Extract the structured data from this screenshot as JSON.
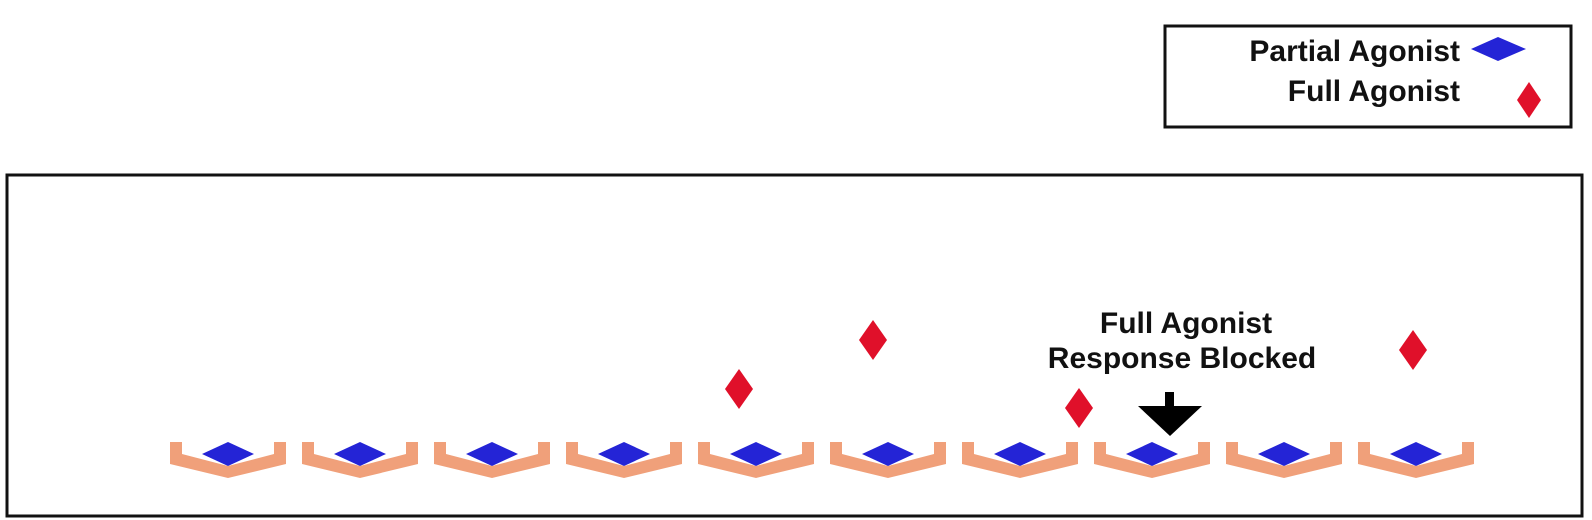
{
  "legend": {
    "items": [
      {
        "label": "Partial Agonist",
        "icon": "blue-diamond-icon",
        "color": "#2424d6"
      },
      {
        "label": "Full Agonist",
        "icon": "red-diamond-icon",
        "color": "#e0102a"
      }
    ]
  },
  "annotation": {
    "line1": "Full Agonist",
    "line2": "Response Blocked",
    "arrow_icon": "down-arrow-icon"
  },
  "colors": {
    "receptor": "#f0a07a",
    "partial_agonist": "#2424d6",
    "full_agonist": "#e0102a",
    "arrow": "#000000",
    "border": "#111111"
  },
  "diagram": {
    "receptor_count": 10,
    "receptors_occupied_by": "Partial Agonist",
    "free_full_agonists": 4
  }
}
